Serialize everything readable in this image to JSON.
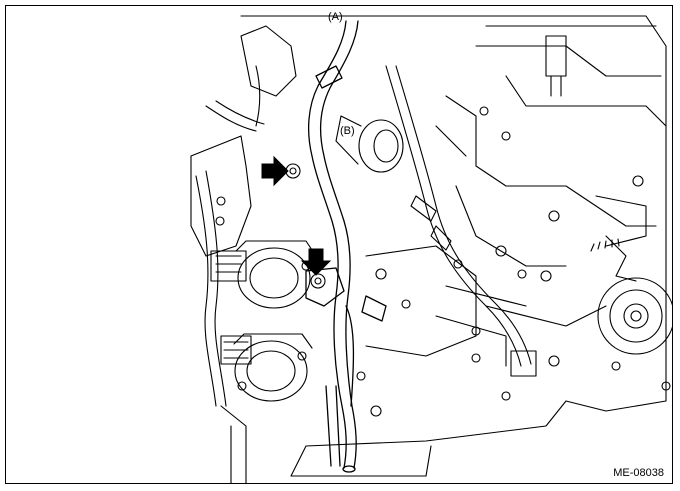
{
  "callouts": {
    "a": "(A)",
    "b": "(B)"
  },
  "figure_code": "ME-08038",
  "colors": {
    "line": "#000000",
    "background": "#ffffff",
    "shade": "#e6e6e6"
  }
}
